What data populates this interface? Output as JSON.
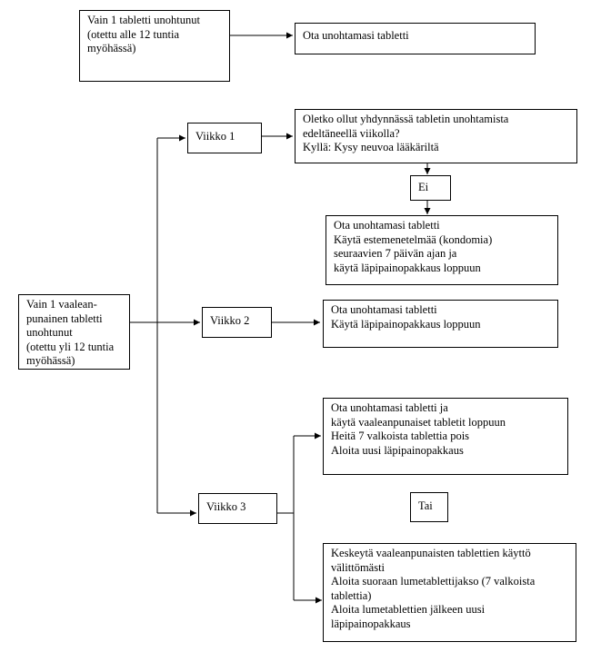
{
  "top": {
    "single_forgotten": [
      "Vain 1 tabletti unohtunut",
      "(otettu alle 12 tuntia",
      "myöhässä)"
    ],
    "take_forgotten": [
      "Ota unohtamasi tabletti"
    ]
  },
  "main": {
    "pink_forgotten": [
      "Vain 1 vaalean-",
      "punainen tabletti",
      "unohtunut",
      "(otettu yli 12 tuntia",
      "myöhässä)"
    ],
    "week1": {
      "label": "Viikko 1"
    },
    "week1_question": [
      "Oletko ollut yhdynnässä tabletin unohtamista",
      "edeltäneellä viikolla?",
      "Kyllä: Kysy neuvoa lääkäriltä"
    ],
    "no_label": "Ei",
    "week1_action": [
      "Ota unohtamasi tabletti",
      "Käytä estemenetelmää (kondomia)",
      "seuraavien 7 päivän ajan ja",
      "käytä läpipainopakkaus loppuun"
    ],
    "week2": {
      "label": "Viikko 2"
    },
    "week2_action": [
      "Ota unohtamasi tabletti",
      "Käytä läpipainopakkaus loppuun"
    ],
    "week3": {
      "label": "Viikko 3"
    },
    "week3_option1": [
      "Ota unohtamasi tabletti ja",
      "käytä vaaleanpunaiset tabletit loppuun",
      "Heitä 7 valkoista tablettia pois",
      "Aloita uusi läpipainopakkaus"
    ],
    "or_label": "Tai",
    "week3_option2": [
      "Keskeytä vaaleanpunaisten tablettien käyttö",
      "välittömästi",
      "Aloita suoraan lumetablettijakso (7 valkoista",
      "tablettia)",
      "Aloita lumetablettien jälkeen uusi",
      "läpipainopakkaus"
    ]
  }
}
